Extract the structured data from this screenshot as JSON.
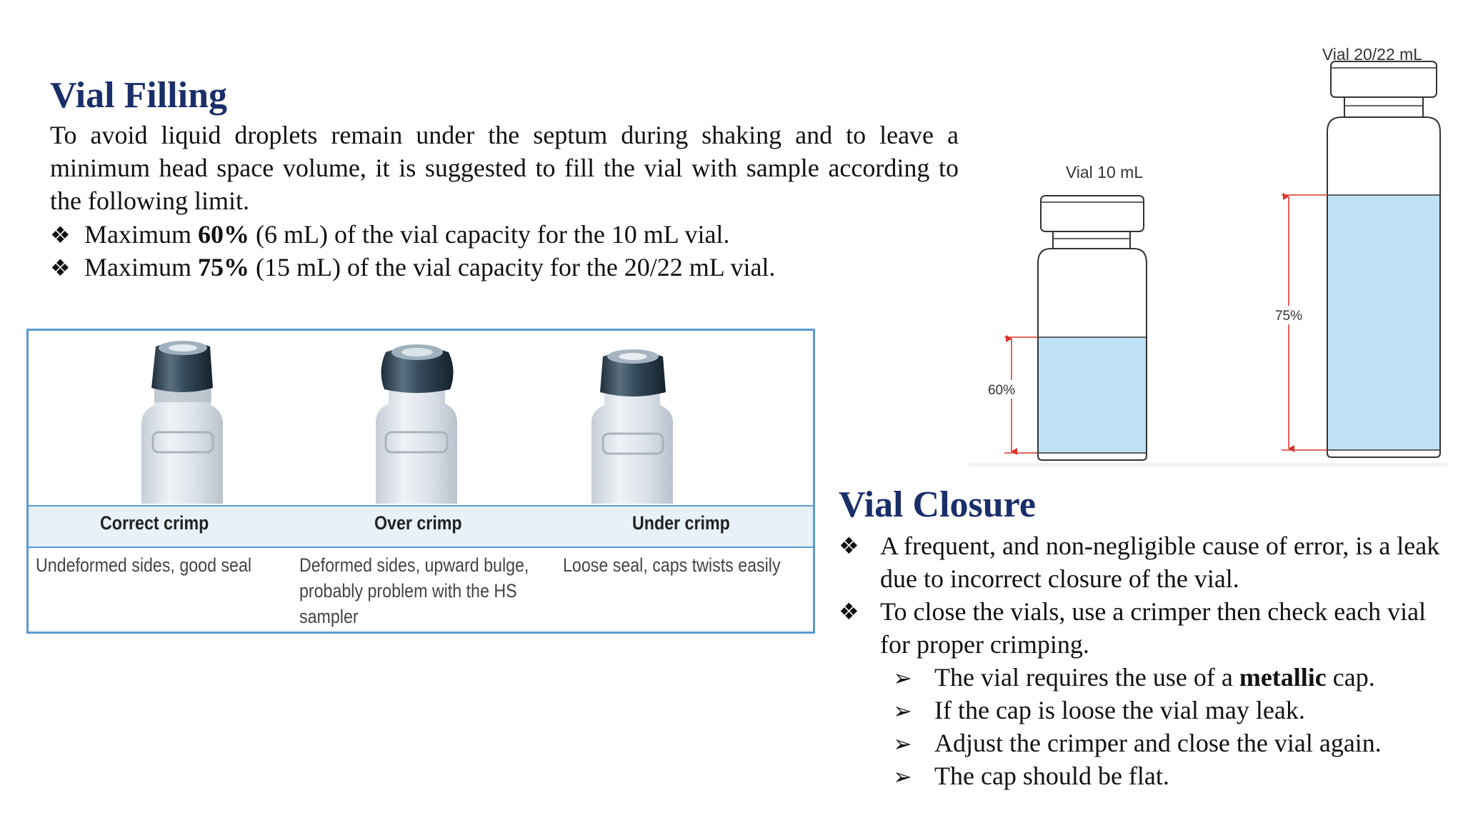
{
  "filling": {
    "title": "Vial Filling",
    "paragraph": "To avoid liquid droplets remain under the septum during shaking and to leave a minimum head space volume, it is suggested to fill the vial with sample according to the following limit.",
    "bullets": [
      {
        "pre": "Maximum ",
        "bold": "60%",
        "post": " (6 mL) of the vial capacity for the 10 mL vial."
      },
      {
        "pre": "Maximum ",
        "bold": "75%",
        "post": " (15 mL) of the vial capacity for the 20/22 mL vial."
      }
    ]
  },
  "bullet_symbol": "❖",
  "arrow_symbol": "➢",
  "crimp_table": {
    "columns": [
      {
        "header": "Correct crimp",
        "description": "Undeformed sides, good seal"
      },
      {
        "header": "Over crimp",
        "description": "Deformed sides, upward bulge, probably problem with the HS sampler"
      },
      {
        "header": "Under crimp",
        "description": "Loose seal, caps twists easily"
      }
    ]
  },
  "vial_diagram": {
    "small": {
      "label": "Vial 10 mL",
      "fill_label": "60%",
      "fill_fraction": 0.6
    },
    "large": {
      "label": "Vial 20/22 mL",
      "fill_label": "75%",
      "fill_fraction": 0.75
    },
    "liquid_color": "#bfe1f5",
    "marker_color": "#d9342b"
  },
  "closure": {
    "title": "Vial Closure",
    "bullets": [
      "A frequent, and non-negligible cause of error, is a leak due to incorrect closure of the vial.",
      "To close the vials, use a crimper then check each vial for proper crimping."
    ],
    "sub_bullets": [
      {
        "pre": "The vial requires the use of a ",
        "bold": "metallic",
        "post": " cap."
      },
      {
        "pre": "If the cap is loose the vial may leak.",
        "bold": "",
        "post": ""
      },
      {
        "pre": "Adjust the crimper and close the vial again.",
        "bold": "",
        "post": ""
      },
      {
        "pre": "The cap should be flat.",
        "bold": "",
        "post": ""
      }
    ]
  },
  "colors": {
    "title": "#1a2e6a",
    "table_border": "#5b9bd5",
    "table_header_bg": "#e8f1fa"
  }
}
